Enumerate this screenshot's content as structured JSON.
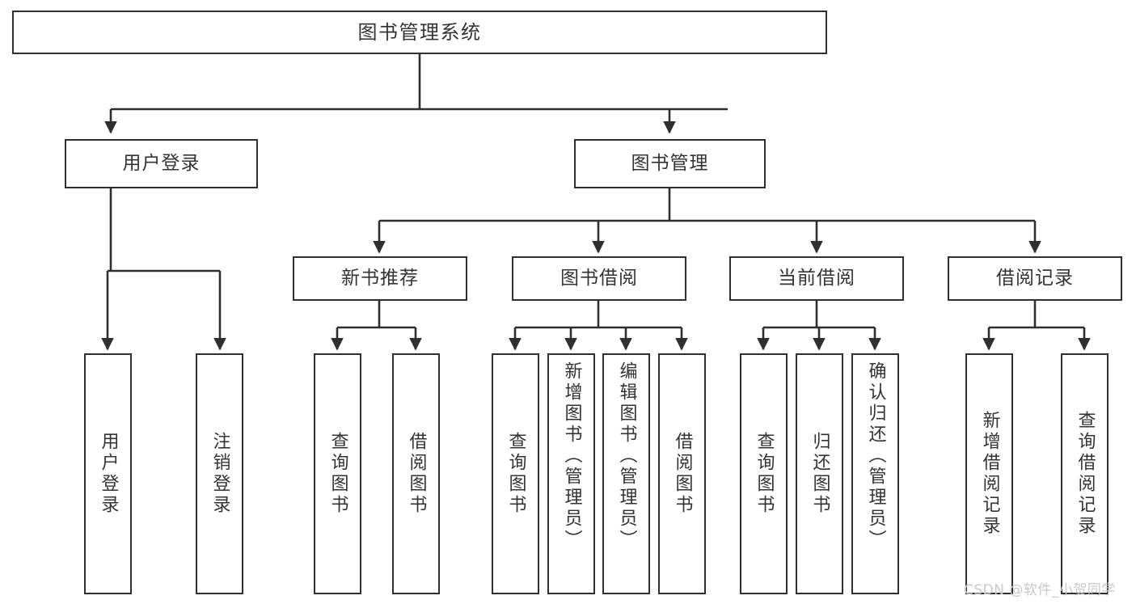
{
  "diagram": {
    "title": "图书管理系统",
    "type": "功能结构图",
    "watermark": "CSDN @软件_小贺同学",
    "colors": {
      "box_border": "#2f2f2f",
      "text": "#333333",
      "connector": "#2f2f2f",
      "background": "#ffffff",
      "watermark": "#c9c9c9"
    },
    "nodes": {
      "root": "图书管理系统",
      "level2": [
        "用户登录",
        "图书管理"
      ],
      "level3": [
        "新书推荐",
        "图书借阅",
        "当前借阅",
        "借阅记录"
      ],
      "leaves": {
        "user_login": [
          "用户登录",
          "注销登录"
        ],
        "new_book_recommend": [
          "查询图书",
          "借阅图书"
        ],
        "book_borrow": [
          "查询图书",
          "新增图书（管理员）",
          "编辑图书（管理员）",
          "借阅图书"
        ],
        "current_borrow": [
          "查询图书",
          "归还图书",
          "确认归还（管理员）"
        ],
        "borrow_record": [
          "新增借阅记录",
          "查询借阅记录"
        ]
      }
    }
  }
}
